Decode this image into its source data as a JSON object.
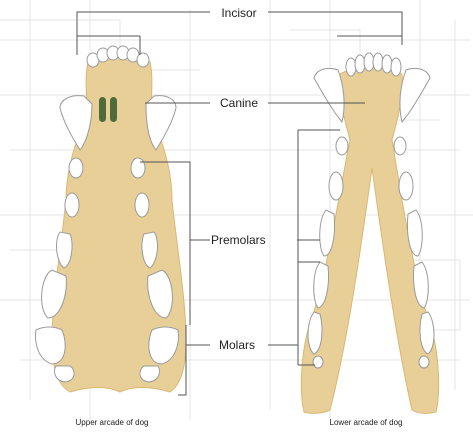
{
  "labels": {
    "incisor": "Incisor",
    "canine": "Canine",
    "premolars": "Premolars",
    "molars": "Molars"
  },
  "captions": {
    "upper": "Upper arcade of dog",
    "lower": "Lower arcade of dog"
  },
  "colors": {
    "bone": "#e8cf98",
    "bone_edge": "#d9b874",
    "tooth": "#ffffff",
    "tooth_edge": "#9a9a9a",
    "leader": "#555555",
    "canine_root": "#4f6b3a",
    "text": "#222222",
    "background_lines": "#e6e6e6"
  }
}
